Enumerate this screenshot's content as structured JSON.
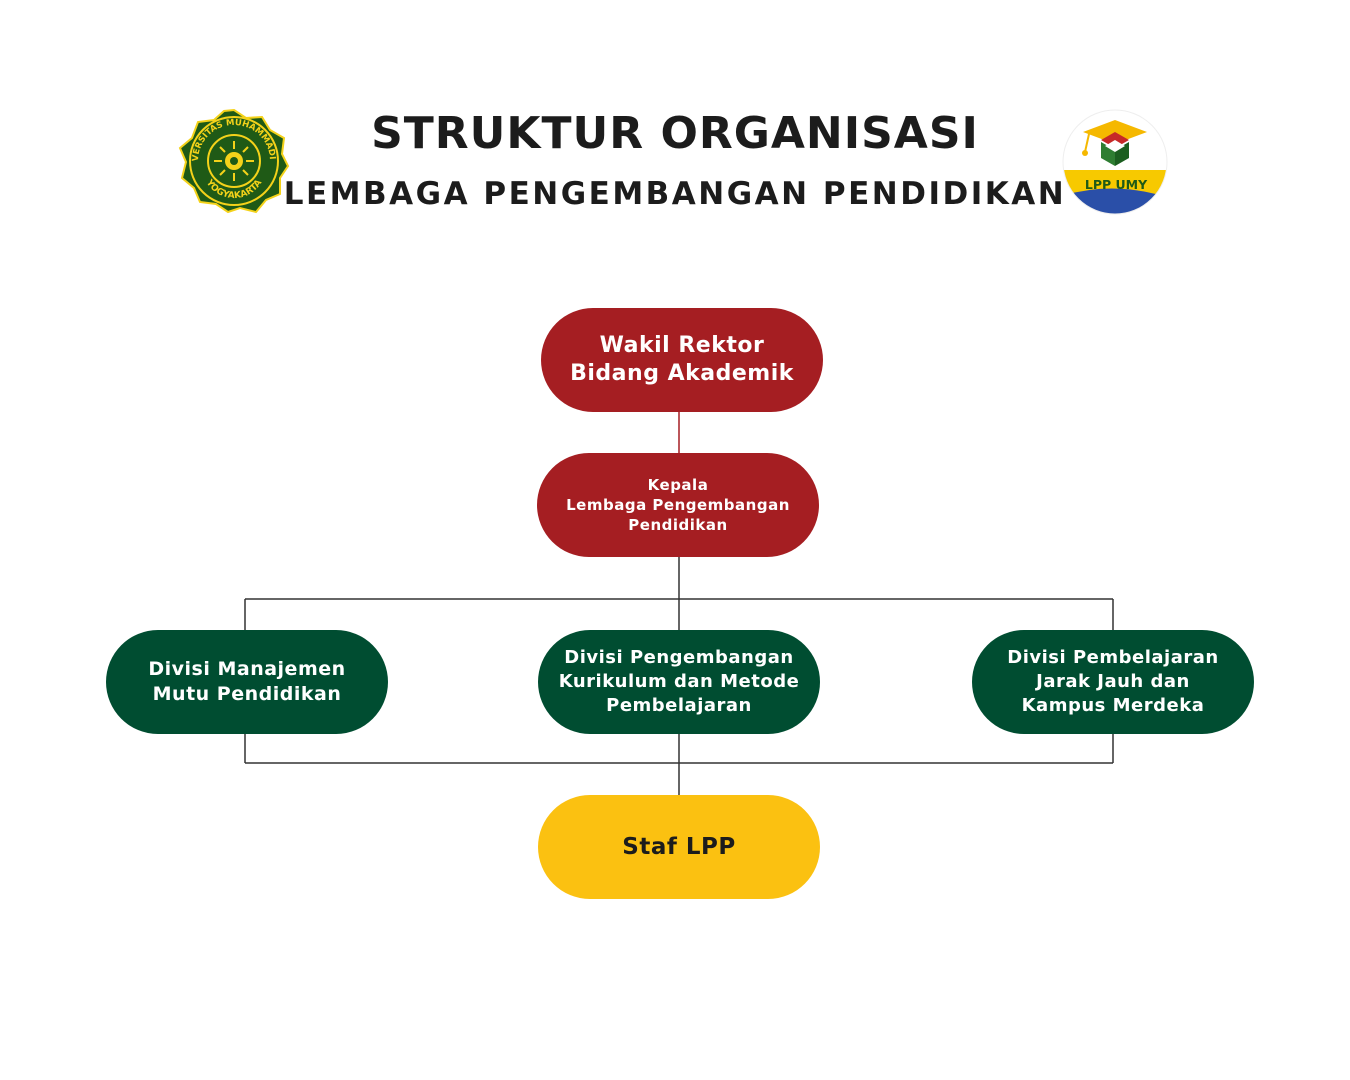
{
  "header": {
    "title": "STRUKTUR ORGANISASI",
    "subtitle": "LEMBAGA PENGEMBANGAN PENDIDIKAN"
  },
  "logos": {
    "left": {
      "text_top": "UNIVERSITAS MUHAMMADIYAH",
      "text_bottom": "YOGYAKARTA"
    },
    "right": {
      "label": "LPP UMY"
    }
  },
  "nodes": {
    "wakil_rektor": "Wakil Rektor\nBidang Akademik",
    "kepala": "Kepala\nLembaga Pengembangan\nPendidikan",
    "divisi_1": "Divisi Manajemen\nMutu Pendidikan",
    "divisi_2": "Divisi Pengembangan\nKurikulum dan Metode\nPembelajaran",
    "divisi_3": "Divisi Pembelajaran\nJarak Jauh dan\nKampus Merdeka",
    "staf": "Staf LPP"
  },
  "colors": {
    "leadership": "#a51e22",
    "division": "#004d31",
    "staff": "#fbc111",
    "connector_dark": "#333333",
    "connector_red": "#a51e22",
    "logo_green": "#1f5a16",
    "logo_gold": "#f4d21a",
    "lpp_blue": "#2a4fa8"
  }
}
